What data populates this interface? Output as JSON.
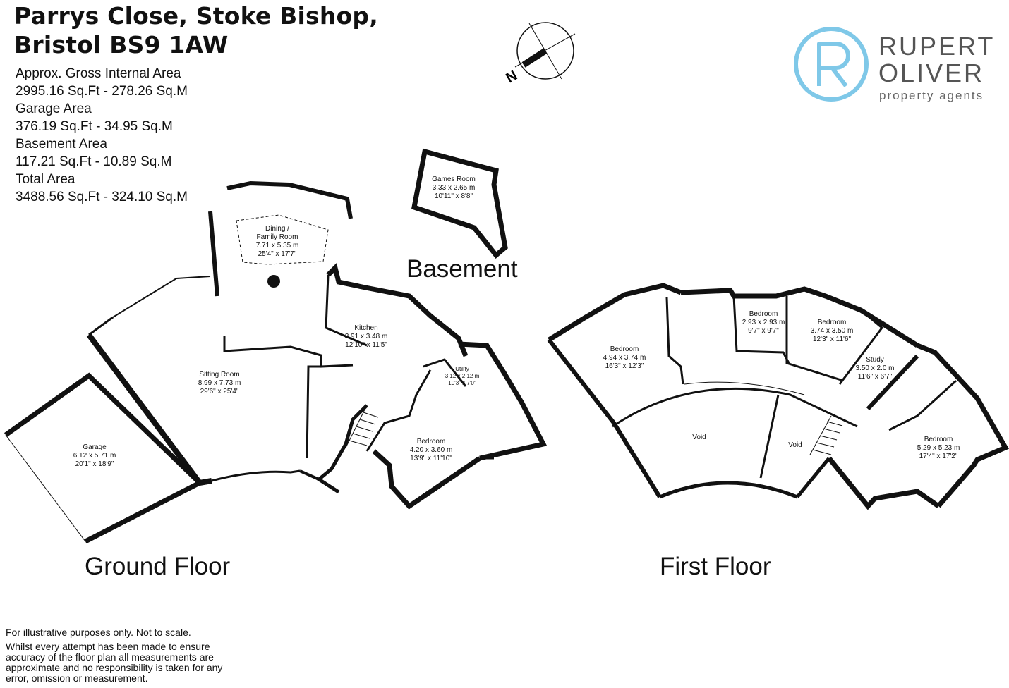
{
  "title_lines": [
    "Parrys Close, Stoke Bishop,",
    "Bristol BS9 1AW"
  ],
  "areas": [
    {
      "label": "Approx. Gross Internal Area",
      "value": "2995.16 Sq.Ft - 278.26 Sq.M"
    },
    {
      "label": "Garage Area",
      "value": "376.19 Sq.Ft - 34.95 Sq.M"
    },
    {
      "label": "Basement Area",
      "value": "117.21 Sq.Ft - 10.89 Sq.M"
    },
    {
      "label": "Total Area",
      "value": "3488.56 Sq.Ft - 324.10 Sq.M"
    }
  ],
  "compass": {
    "letter": "N"
  },
  "logo": {
    "line1": "RUPERT",
    "line2": "OLIVER",
    "tagline": "property agents",
    "accent": "#7fc8e8"
  },
  "floors": {
    "ground": "Ground Floor",
    "first": "First Floor",
    "basement": "Basement"
  },
  "rooms": {
    "dining": {
      "name1": "Dining /",
      "name2": "Family Room",
      "metric": "7.71 x 5.35 m",
      "imperial": "25'4\" x 17'7\""
    },
    "games": {
      "name": "Games Room",
      "metric": "3.33 x 2.65 m",
      "imperial": "10'11\" x 8'8\""
    },
    "kitchen": {
      "name": "Kitchen",
      "metric": "3.91 x 3.48 m",
      "imperial": "12'10\" x 11'5\""
    },
    "sitting": {
      "name": "Sitting Room",
      "metric": "8.99 x 7.73 m",
      "imperial": "29'6\" x 25'4\""
    },
    "utility": {
      "name": "Utility",
      "metric": "3.12 x 2.12 m",
      "imperial": "10'3\" x 7'0\""
    },
    "garage": {
      "name": "Garage",
      "metric": "6.12 x 5.71 m",
      "imperial": "20'1\" x 18'9\""
    },
    "gf_bedroom": {
      "name": "Bedroom",
      "metric": "4.20 x 3.60 m",
      "imperial": "13'9\" x 11'10\""
    },
    "ff_bedroom1": {
      "name": "Bedroom",
      "metric": "4.94 x 3.74 m",
      "imperial": "16'3\" x 12'3\""
    },
    "ff_bedroom2": {
      "name": "Bedroom",
      "metric": "2.93 x 2.93 m",
      "imperial": "9'7\" x 9'7\""
    },
    "ff_bedroom3": {
      "name": "Bedroom",
      "metric": "3.74 x 3.50 m",
      "imperial": "12'3\" x 11'6\""
    },
    "study": {
      "name": "Study",
      "metric": "3.50 x 2.0 m",
      "imperial": "11'6\" x 6'7\""
    },
    "ff_bedroom4": {
      "name": "Bedroom",
      "metric": "5.29 x 5.23 m",
      "imperial": "17'4\" x 17'2\""
    },
    "void1": {
      "name": "Void"
    },
    "void2": {
      "name": "Void"
    }
  },
  "disclaimer": [
    "For illustrative purposes only. Not to scale.",
    "Whilst every attempt has been made to ensure accuracy of the floor plan all measurements are approximate and no responsibility is taken for any error, omission or measurement."
  ]
}
